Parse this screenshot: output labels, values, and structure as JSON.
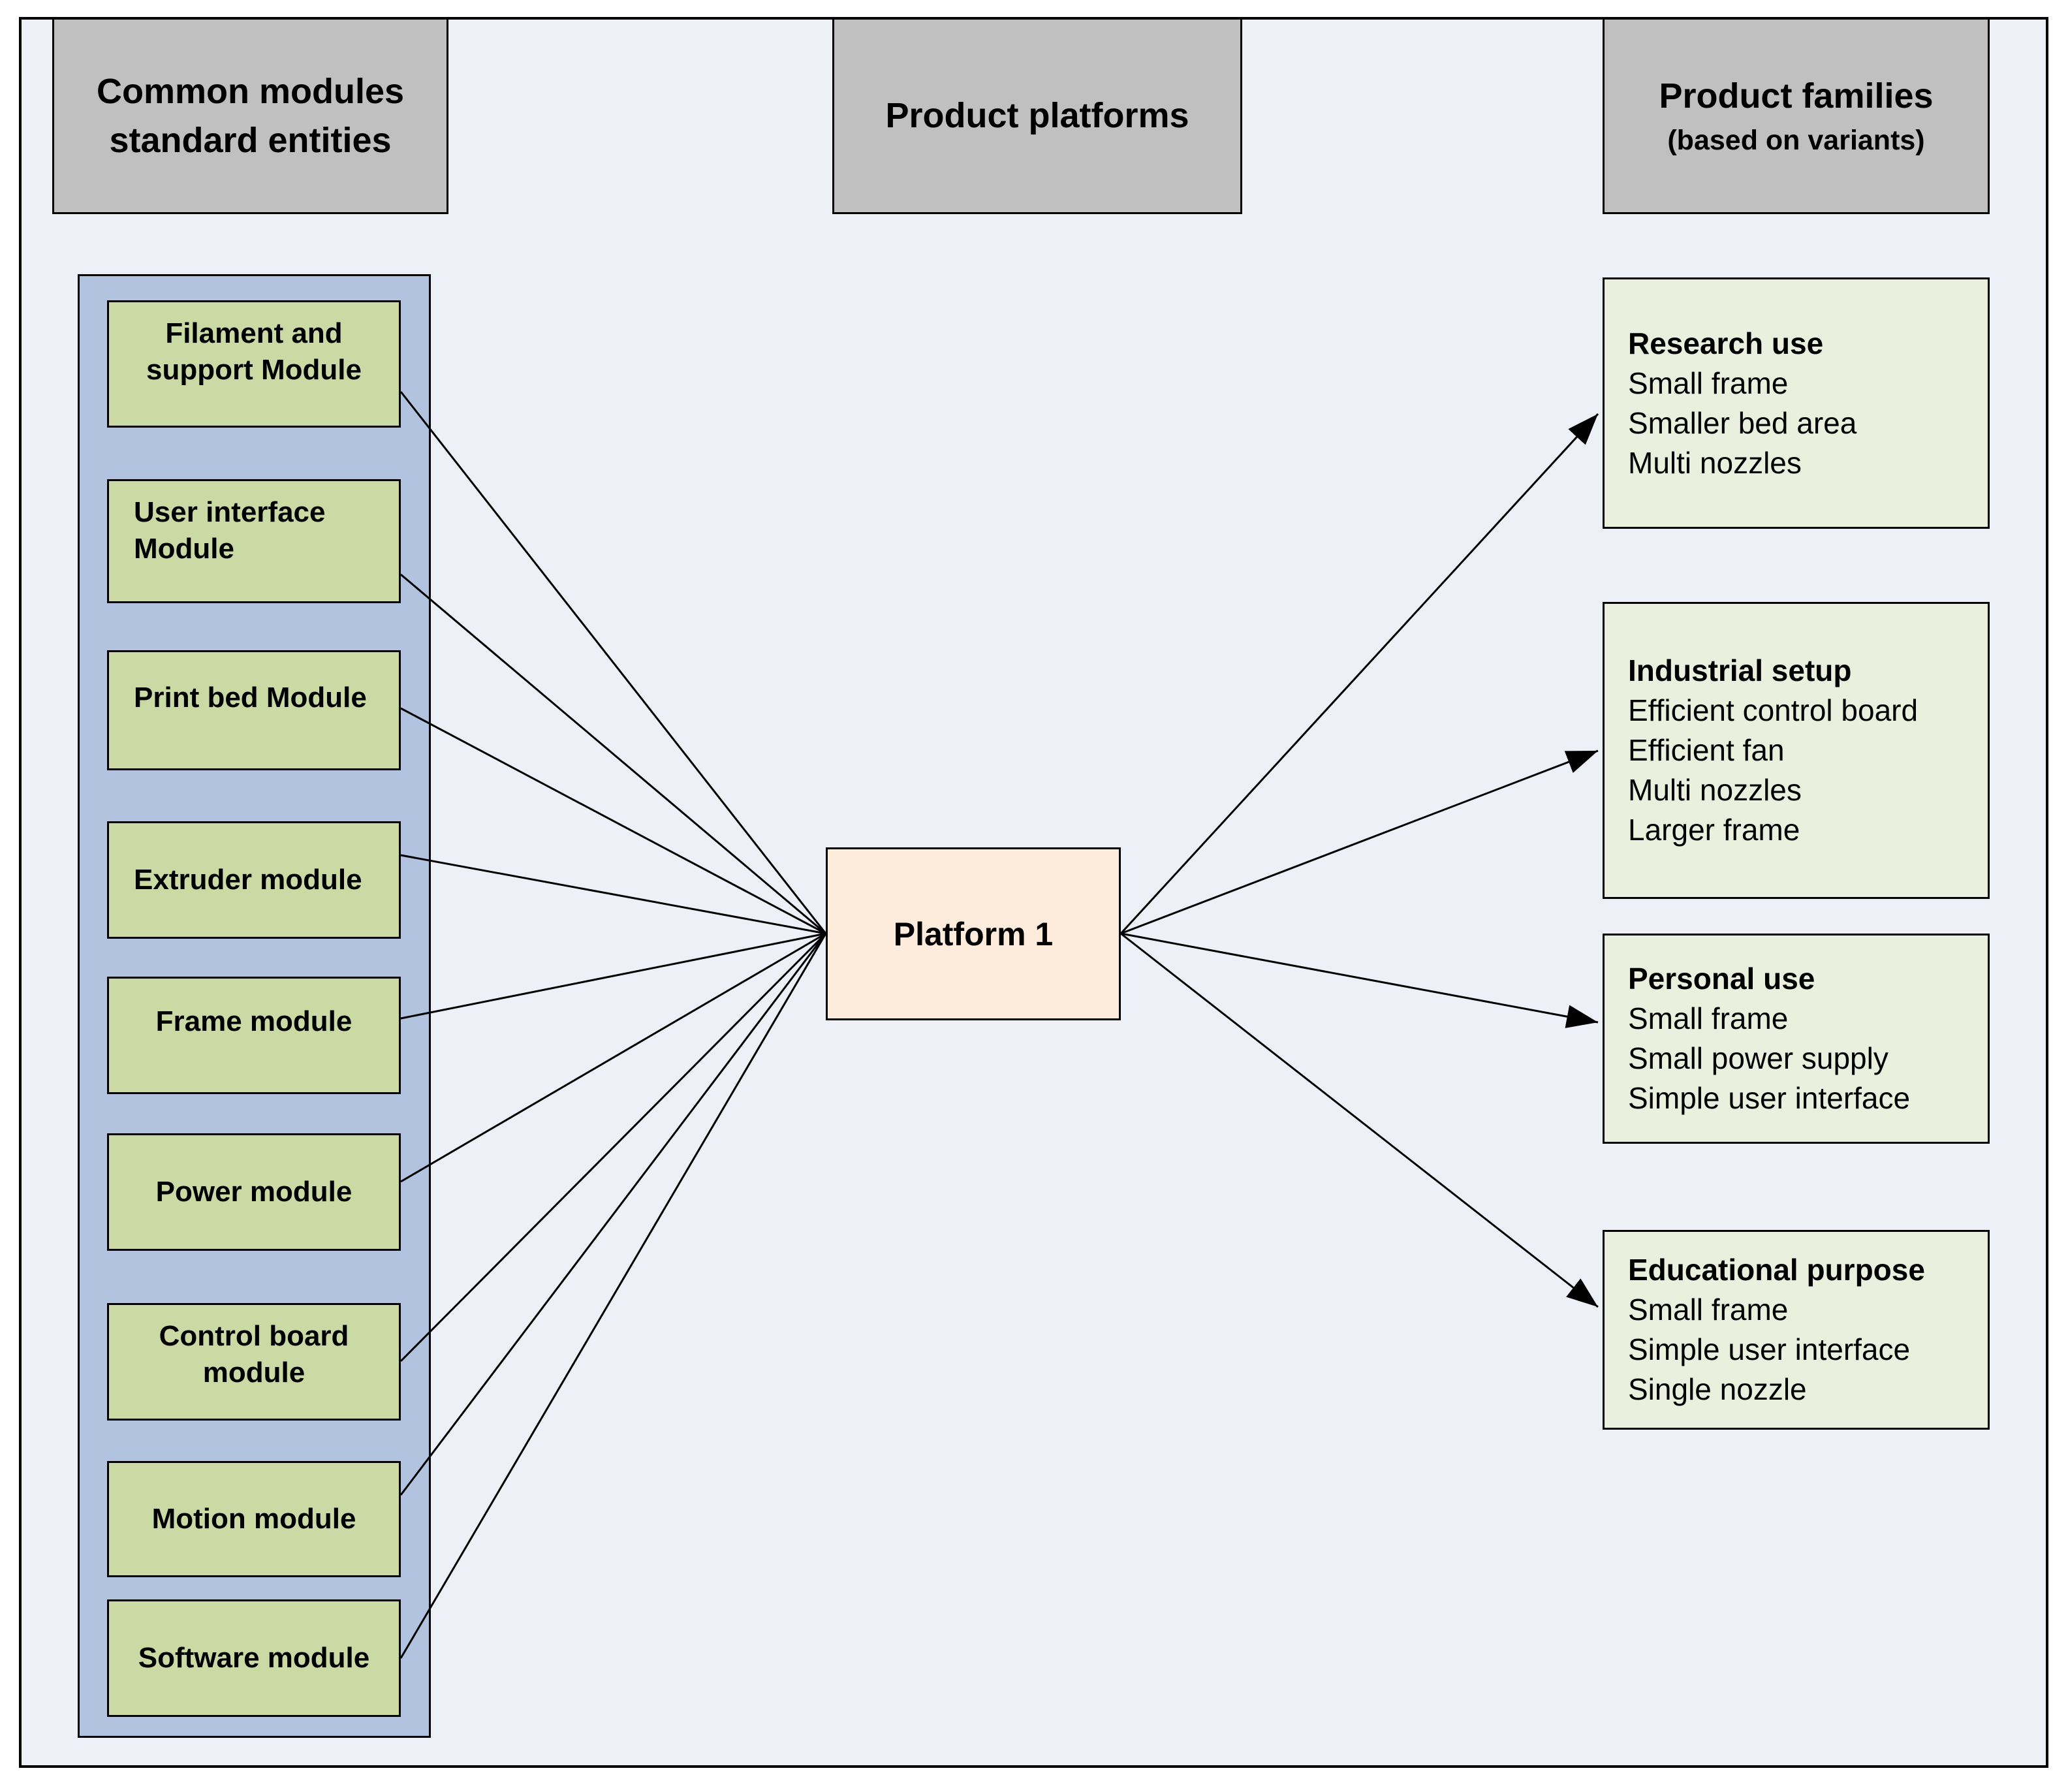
{
  "headers": {
    "common_modules": {
      "line1": "Common modules",
      "line2": "standard entities"
    },
    "product_platforms": {
      "title": "Product platforms"
    },
    "product_families": {
      "title": "Product families",
      "subtitle": "(based on variants)"
    }
  },
  "modules": [
    "Filament and support Module",
    "User interface Module",
    "Print bed Module",
    "Extruder module",
    "Frame module",
    "Power module",
    "Control board module",
    "Motion module",
    "Software module"
  ],
  "platform": {
    "label": "Platform 1"
  },
  "families": [
    {
      "title": "Research use",
      "features": [
        "Small frame",
        "Smaller bed area",
        "Multi nozzles"
      ]
    },
    {
      "title": "Industrial setup",
      "features": [
        "Efficient control board",
        "Efficient fan",
        "Multi nozzles",
        "Larger frame"
      ]
    },
    {
      "title": "Personal use",
      "features": [
        "Small frame",
        "Small power supply",
        "Simple user interface"
      ]
    },
    {
      "title": "Educational purpose",
      "features": [
        "Small frame",
        "Simple user interface",
        "Single nozzle"
      ]
    }
  ],
  "colors": {
    "frame_bg": "#edf0f6",
    "header_bg": "#c0c0c0",
    "container_bg": "#b1c3de",
    "module_bg": "#cbdaa5",
    "family_bg": "#ebf0de",
    "platform_bg": "#fdecdb",
    "line": "#000000"
  }
}
